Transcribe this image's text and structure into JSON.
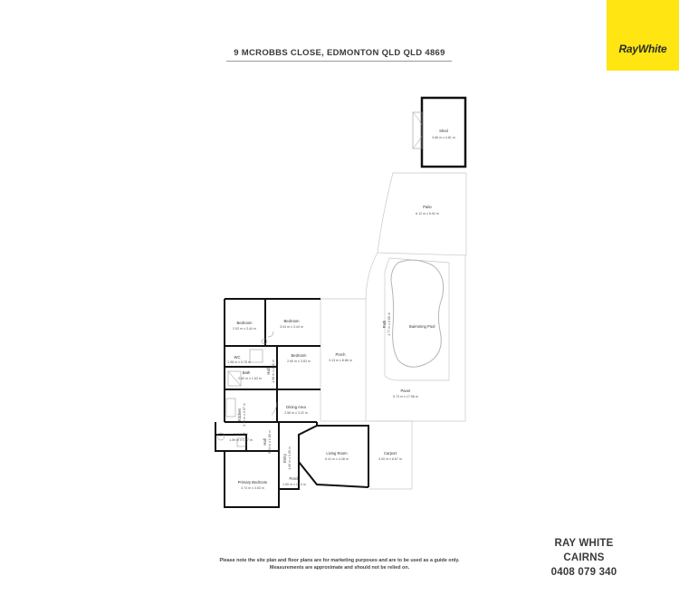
{
  "brand": {
    "logo_text": "RayWhite",
    "accent": "#ffe512"
  },
  "address": "9 MCROBBS CLOSE, EDMONTON QLD QLD 4869",
  "rooms": {
    "shed": {
      "name": "Shed",
      "dim": "3.66 m x 4.81 m"
    },
    "patio_top": {
      "name": "Patio",
      "dim": "6.12 m x 6.92 m"
    },
    "pool": {
      "name": "Swimming Pool",
      "dim": ""
    },
    "pool_path": {
      "name": "Path",
      "dim": "4.77 m x 6.85 m"
    },
    "bedroom_1": {
      "name": "Bedroom",
      "dim": "2.92 m x 3.44 m"
    },
    "bedroom_2": {
      "name": "Bedroom",
      "dim": "3.04 m x 3.44 m"
    },
    "bedroom_3": {
      "name": "Bedroom",
      "dim": "2.90 m x 3.83 m"
    },
    "wc": {
      "name": "WC",
      "dim": "1.98 m x 0.78 m"
    },
    "hall": {
      "name": "Hall",
      "dim": "1.98 m x 2.91 m"
    },
    "bath": {
      "name": "Bath",
      "dim": "2.82 m x 1.63 m"
    },
    "porch_side": {
      "name": "Porch",
      "dim": "3.13 m x 8.86 m"
    },
    "paver": {
      "name": "Paver",
      "dim": "5.73 m x 17.58 m"
    },
    "kitchen": {
      "name": "Kitchen",
      "dim": "3.75 m x 3.07 m"
    },
    "dining": {
      "name": "Dining Area",
      "dim": "2.56 m x 3.22 m"
    },
    "laundry": {
      "name": "Laundry",
      "dim": "1.59 m x 1.77 m"
    },
    "hall_2": {
      "name": "Hall",
      "dim": "5.23 m x 1.80 m"
    },
    "living": {
      "name": "Living Room",
      "dim": "6.41 m x 4.38 m"
    },
    "carport": {
      "name": "Carport",
      "dim": "3.00 m x 6.67 m"
    },
    "entry": {
      "name": "Entry",
      "dim": "1.60 m x 3.05 m"
    },
    "primary_bedroom": {
      "name": "Primary Bedroom",
      "dim": "3.74 m x 3.63 m"
    },
    "porch_front": {
      "name": "Porch",
      "dim": "1.90 m x 1.14 m"
    }
  },
  "disclaimer": {
    "line1": "Please note the site plan and floor plans are for marketing purposes and are to be used as a guide only.",
    "line2": "Measurements are approximate and should not be relied on."
  },
  "agency": {
    "name": "RAY WHITE CAIRNS",
    "phone": "0408 079 340"
  }
}
